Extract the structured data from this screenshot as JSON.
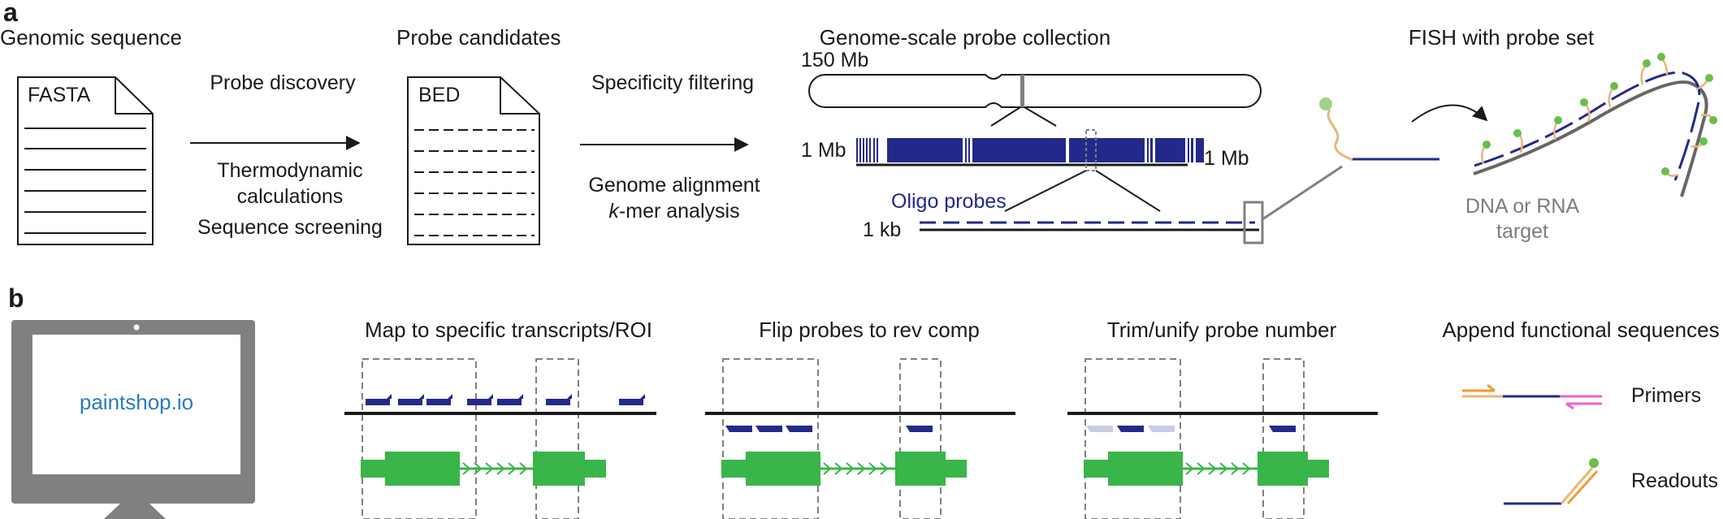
{
  "panels": {
    "a": "a",
    "b": "b"
  },
  "panel_a": {
    "genomic_sequence": {
      "title": "Genomic sequence",
      "file_type": "FASTA"
    },
    "probe_discovery": {
      "label": "Probe discovery",
      "details": [
        "Thermodynamic",
        "calculations",
        "Sequence screening"
      ]
    },
    "probe_candidates": {
      "title": "Probe candidates",
      "file_type": "BED"
    },
    "specificity_filtering": {
      "label": "Specificity filtering",
      "details_line1": "Genome alignment",
      "kmer_italic": "k",
      "kmer_rest": "-mer analysis"
    },
    "collection": {
      "title": "Genome-scale probe collection",
      "scale_150mb": "150 Mb",
      "scale_1mb_left": "1 Mb",
      "scale_1mb_right": "1 Mb",
      "oligo_probes": "Oligo probes",
      "scale_1kb": "1 kb"
    },
    "fish": {
      "title": "FISH with probe set",
      "target_line1": "DNA or RNA",
      "target_line2": "target"
    }
  },
  "panel_b": {
    "website": "paintshop.io",
    "step1": "Map to specific transcripts/ROI",
    "step2": "Flip probes to rev comp",
    "step3": "Trim/unify probe number",
    "step4": {
      "title": "Append functional sequences",
      "primers": "Primers",
      "readouts": "Readouts"
    }
  },
  "colors": {
    "navy": "#23298a",
    "green": "#39b54a",
    "light_green_head": "#9fd18a",
    "tan": "#e8b67a",
    "orange": "#f29a2e",
    "magenta": "#ef5fd0",
    "gray": "#808080",
    "link_blue": "#2b7bbf",
    "faded_probe": "#c9cbe6"
  }
}
